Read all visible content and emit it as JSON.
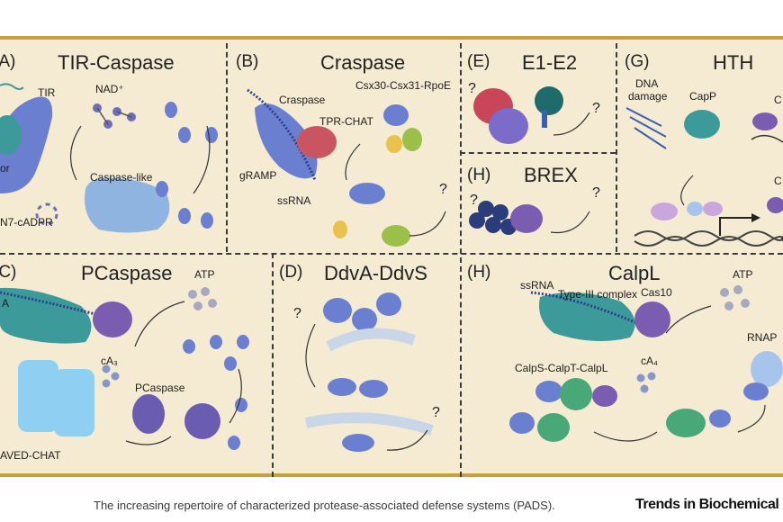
{
  "panels": {
    "A": {
      "letter": "(A)",
      "title": "TIR-Caspase",
      "labels": {
        "tir": "TIR",
        "nad": "NAD⁺",
        "receptor": "or",
        "caspase_like": "Caspase-like",
        "product": "N7-cADPR"
      }
    },
    "B": {
      "letter": "(B)",
      "title": "Craspase",
      "labels": {
        "craspase": "Craspase",
        "csx": "Csx30-Csx31-RpoE",
        "tpr": "TPR-CHAT",
        "gramp": "gRAMP",
        "ssrna": "ssRNA"
      },
      "question": "?"
    },
    "C": {
      "letter": "(C)",
      "title": "PCaspase",
      "labels": {
        "atp": "ATP",
        "ca3": "cA₃",
        "pcaspase": "PCaspase",
        "saved": "AVED-CHAT",
        "rna_cut": "A"
      }
    },
    "D": {
      "letter": "(D)",
      "title": "DdvA-DdvS",
      "questions": [
        "?",
        "?"
      ]
    },
    "E": {
      "letter": "(E)",
      "title": "E1-E2",
      "questions": [
        "?",
        "?"
      ]
    },
    "H1": {
      "letter": "(H)",
      "title": "BREX",
      "questions": [
        "?",
        "?"
      ]
    },
    "G": {
      "letter": "(G)",
      "title": "HTH",
      "labels": {
        "dna_damage_1": "DNA",
        "dna_damage_2": "damage",
        "capp": "CapP",
        "c_top": "C",
        "c_mid": "C"
      }
    },
    "H2": {
      "letter": "(H)",
      "title": "CalpL",
      "labels": {
        "ssrna": "ssRNA",
        "type3": "Type-III complex",
        "cas10": "Cas10",
        "atp": "ATP",
        "ca4": "cA₄",
        "calps": "CalpS-CalpT-CalpL",
        "rnap": "RNAP"
      }
    }
  },
  "caption": "The increasing repertoire of characterized protease-associated defense systems (PADS).",
  "brand": "Trends in Biochemical",
  "colors": {
    "frame_fill": "#f5ebd2",
    "frame_border": "#c9a13a",
    "blue": "#6b7fd0",
    "teal": "#3d9a9a",
    "purple": "#7a5cb0",
    "light_blue": "#8fc8ef",
    "red": "#c8455a",
    "green": "#9bc04a",
    "yellow": "#e8c24a"
  }
}
